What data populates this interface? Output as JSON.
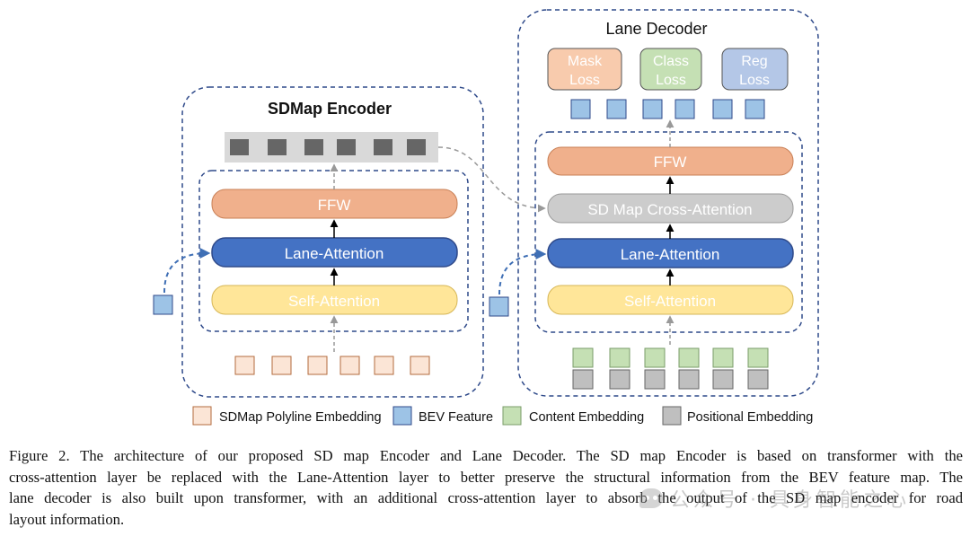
{
  "figure": {
    "encoder": {
      "title": "SDMap Encoder",
      "ffw": "FFW",
      "lane_attention": "Lane-Attention",
      "self_attention": "Self-Attention"
    },
    "decoder": {
      "title": "Lane Decoder",
      "losses": [
        "Mask Loss",
        "Class Loss",
        "Reg Loss"
      ],
      "ffw": "FFW",
      "cross_attention": "SD Map Cross-Attention",
      "lane_attention": "Lane-Attention",
      "self_attention": "Self-Attention"
    },
    "legend": [
      {
        "label": "SDMap Polyline Embedding",
        "color": "#fbe5d6"
      },
      {
        "label": "BEV Feature",
        "color": "#9dc3e6"
      },
      {
        "label": "Content Embedding",
        "color": "#c5e0b4"
      },
      {
        "label": "Positional Embedding",
        "color": "#bfbfbf"
      }
    ],
    "colors": {
      "ffw": "#f0b08c",
      "lane_attention": "#4472c4",
      "self_attention": "#ffe699",
      "cross_attention": "#cccccc",
      "mask_loss": "#f8cbad",
      "class_loss": "#c5e0b4",
      "reg_loss": "#b4c7e7",
      "dashed_border": "#2f4a8a",
      "feature_token": "#666666"
    },
    "icons": {
      "bev_feature": "square-icon",
      "arrow": "arrow-up-icon",
      "skip_arrow": "dashed-curved-arrow-icon"
    }
  },
  "caption": {
    "lines": [
      "Figure 2. The architecture of our proposed SD map Encoder and Lane Decoder. The SD map Encoder is based on transformer with the",
      "cross-attention layer be replaced with the Lane-Attention layer to better preserve the structural information from the BEV feature map. The",
      "lane decoder is also built upon transformer, with an additional cross-attention layer to absorb the output of the SD map encoder for road",
      "layout information."
    ]
  },
  "watermark": {
    "text": "公众号 · 具身智能之心"
  }
}
